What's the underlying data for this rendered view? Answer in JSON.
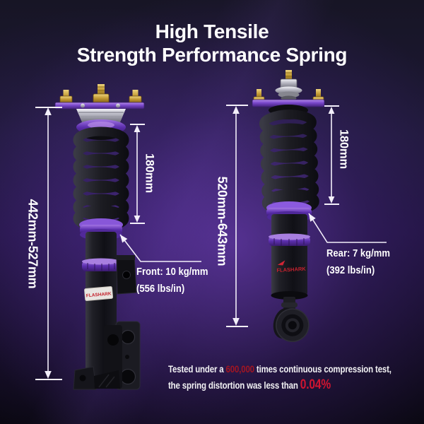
{
  "title": {
    "line1": "High Tensile",
    "line2": "Strength Performance Spring"
  },
  "front_unit": {
    "overall_length": "442mm-527mm",
    "spring_length": "180mm",
    "rate_line1": "Front: 10 kg/mm",
    "rate_line2": "(556 lbs/in)",
    "brand": "FLASHARK"
  },
  "rear_unit": {
    "overall_length": "520mm-643mm",
    "spring_length": "180mm",
    "rate_line1": "Rear: 7 kg/mm",
    "rate_line2": "(392 lbs/in)",
    "brand": "FLASHARK"
  },
  "footnote": {
    "part1": "Tested under a ",
    "highlight1": "600,000",
    "part2": " times continuous compression test,",
    "part3": "the spring distortion was less than ",
    "highlight2": "0.04%"
  },
  "colors": {
    "background_purple": "#45227e",
    "accent_purple": "#7a48cc",
    "gold": "#c39b35",
    "text_white": "#ffffff",
    "highlight_red_dark": "#a31522",
    "highlight_red_bright": "#d01430"
  }
}
